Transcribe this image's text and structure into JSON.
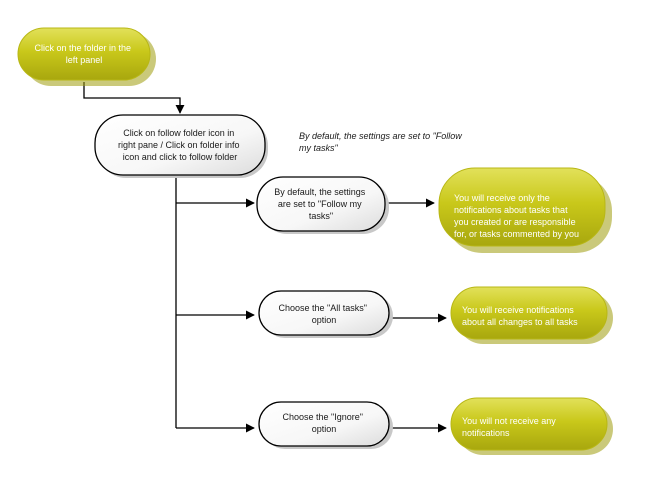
{
  "colors": {
    "yellow_fill": "#c9c81a",
    "yellow_dark": "#9e9d0c",
    "white_fill": "#ffffff",
    "white_shade": "#c8c8c8",
    "outline": "#000000"
  },
  "nodes": {
    "start": [
      "Click on the folder in the",
      "left panel"
    ],
    "follow": [
      "Click on follow folder icon in",
      "right pane / Click on folder info",
      "icon and click to follow folder"
    ],
    "default": [
      "By default, the settings",
      "are set to \"Follow my",
      "tasks\""
    ],
    "all_tasks": [
      "Choose the \"All tasks\"",
      "option"
    ],
    "ignore": [
      "Choose the \"Ignore\"",
      "option"
    ],
    "result_default": [
      "You will receive only the",
      "notifications about tasks that",
      "you created or are responsible",
      "for, or tasks commented by you"
    ],
    "result_all": [
      "You will receive notifications",
      "about all changes to all tasks"
    ],
    "result_ignore": [
      "You will not receive any",
      "notifications"
    ]
  },
  "note": [
    "By default,  the settings are set to \"Follow",
    "my tasks\""
  ]
}
